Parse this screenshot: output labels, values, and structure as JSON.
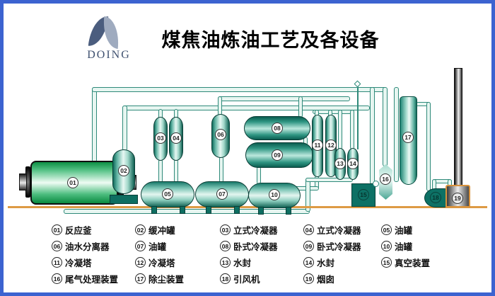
{
  "header": {
    "logo_text": "DOING",
    "title": "煤焦油炼油工艺及各设备"
  },
  "colors": {
    "frame_border": "#3c63d0",
    "pipe_teal": "#2f8a7a",
    "vessel_teal_dark": "#0f6052",
    "reactor_green": "#0c8f44",
    "equipment_box_teal": "#0d7165",
    "ground_orange": "#dd9a44",
    "logo_dark": "#4b5d7e",
    "logo_light": "#9fabbf"
  },
  "diagram": {
    "node_numbers": [
      "01",
      "02",
      "03",
      "04",
      "05",
      "06",
      "07",
      "08",
      "09",
      "10",
      "11",
      "12",
      "13",
      "14",
      "15",
      "16",
      "17",
      "18",
      "19"
    ]
  },
  "legend": {
    "items": [
      {
        "num": "01",
        "label": "反应釜"
      },
      {
        "num": "02",
        "label": "缓冲罐"
      },
      {
        "num": "03",
        "label": "立式冷凝器"
      },
      {
        "num": "04",
        "label": "立式冷凝器"
      },
      {
        "num": "05",
        "label": "油罐"
      },
      {
        "num": "06",
        "label": "油水分离器"
      },
      {
        "num": "07",
        "label": "油罐"
      },
      {
        "num": "08",
        "label": "卧式冷凝器"
      },
      {
        "num": "09",
        "label": "卧式冷凝器"
      },
      {
        "num": "10",
        "label": "油罐"
      },
      {
        "num": "11",
        "label": "冷凝塔"
      },
      {
        "num": "12",
        "label": "冷凝塔"
      },
      {
        "num": "13",
        "label": "水封"
      },
      {
        "num": "14",
        "label": "水封"
      },
      {
        "num": "15",
        "label": "真空装置"
      },
      {
        "num": "16",
        "label": "尾气处理装置"
      },
      {
        "num": "17",
        "label": "除尘装置"
      },
      {
        "num": "18",
        "label": "引风机"
      },
      {
        "num": "19",
        "label": "烟囱"
      }
    ]
  }
}
